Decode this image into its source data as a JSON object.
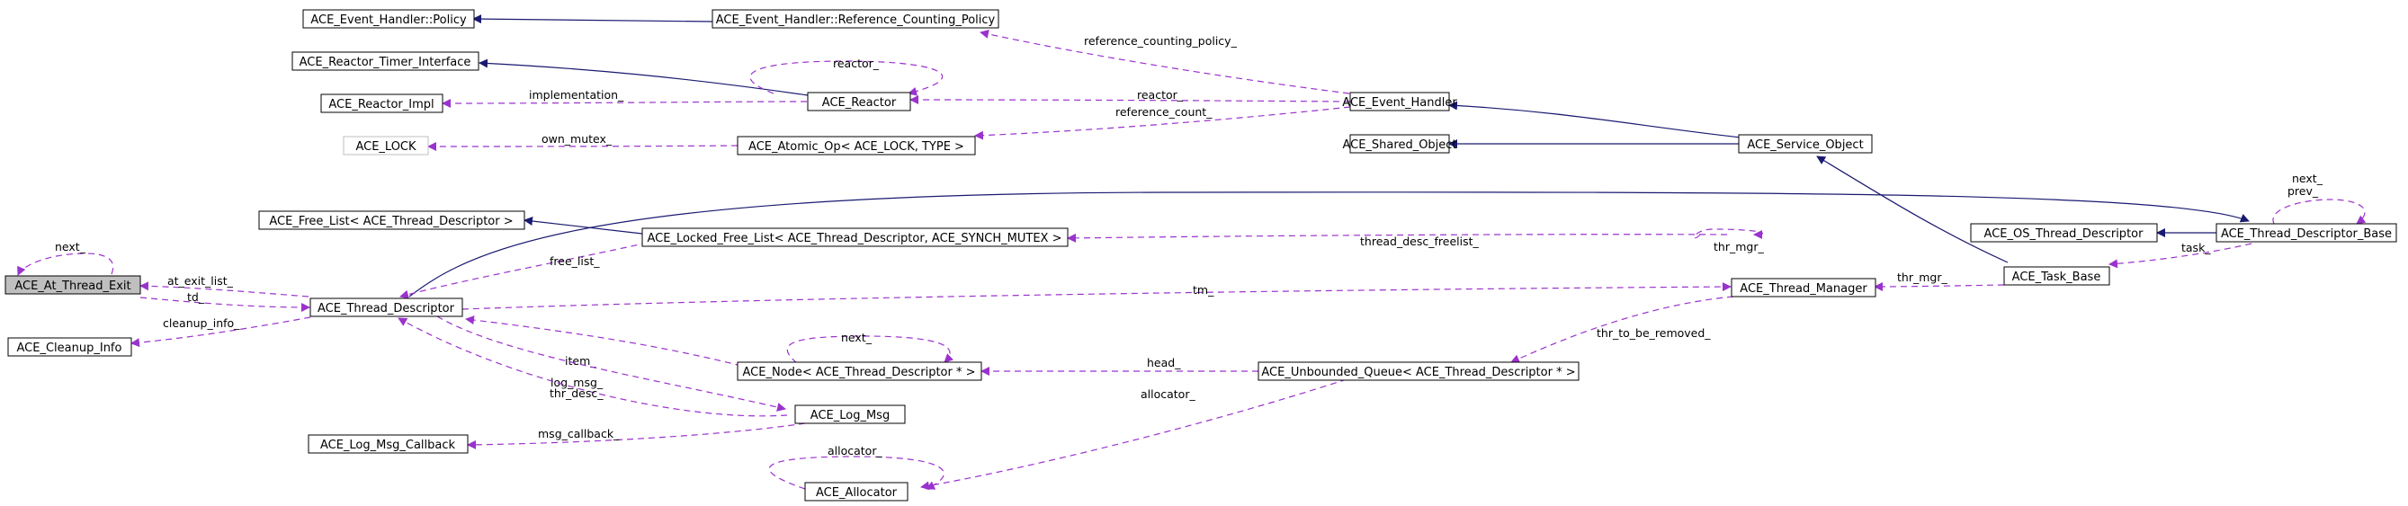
{
  "colors": {
    "inheritance": "#191970",
    "usage": "#9a32cd",
    "focus_fill": "#bfbfbf"
  },
  "nodes": {
    "policy": "ACE_Event_Handler::Policy",
    "refcount_policy": "ACE_Event_Handler::Reference_Counting_Policy",
    "reactor_timer_iface": "ACE_Reactor_Timer_Interface",
    "reactor_impl": "ACE_Reactor_Impl",
    "reactor": "ACE_Reactor",
    "event_handler": "ACE_Event_Handler",
    "lock": "ACE_LOCK",
    "atomic_op": "ACE_Atomic_Op< ACE_LOCK, TYPE >",
    "shared_object": "ACE_Shared_Object",
    "service_object": "ACE_Service_Object",
    "free_list": "ACE_Free_List< ACE_Thread_Descriptor >",
    "locked_free_list": "ACE_Locked_Free_List< ACE_Thread_Descriptor, ACE_SYNCH_MUTEX >",
    "os_thread_descriptor": "ACE_OS_Thread_Descriptor",
    "thread_descriptor_base": "ACE_Thread_Descriptor_Base",
    "at_thread_exit": "ACE_At_Thread_Exit",
    "thread_descriptor": "ACE_Thread_Descriptor",
    "thread_manager": "ACE_Thread_Manager",
    "task_base": "ACE_Task_Base",
    "cleanup_info": "ACE_Cleanup_Info",
    "node": "ACE_Node< ACE_Thread_Descriptor * >",
    "unbounded_queue": "ACE_Unbounded_Queue< ACE_Thread_Descriptor * >",
    "log_msg": "ACE_Log_Msg",
    "log_msg_callback": "ACE_Log_Msg_Callback",
    "allocator": "ACE_Allocator"
  },
  "edge_labels": {
    "reference_counting_policy": "reference_counting_policy_",
    "reactor_self": "reactor_",
    "implementation": "implementation_",
    "reactor": "reactor_",
    "reference_count": "reference_count_",
    "own_mutex": "own_mutex_",
    "next_prev": "next_\nprev_",
    "thr_mgr_self": "thr_mgr_",
    "thread_desc_freelist": "thread_desc_freelist_",
    "task": "task_",
    "at_exit_next": "next_",
    "at_exit_list": "at_exit_list_",
    "td": "td_",
    "cleanup_info": "cleanup_info_",
    "free_list": "free_list_",
    "tm": "tm_",
    "thr_mgr": "thr_mgr_",
    "thr_to_be_removed": "thr_to_be_removed_",
    "item": "item_",
    "node_next": "next_",
    "log_msg": "log_msg_",
    "head": "head_",
    "thr_desc": "thr_desc_",
    "allocator": "allocator_",
    "msg_callback": "msg_callback_",
    "allocator_self": "allocator_"
  }
}
